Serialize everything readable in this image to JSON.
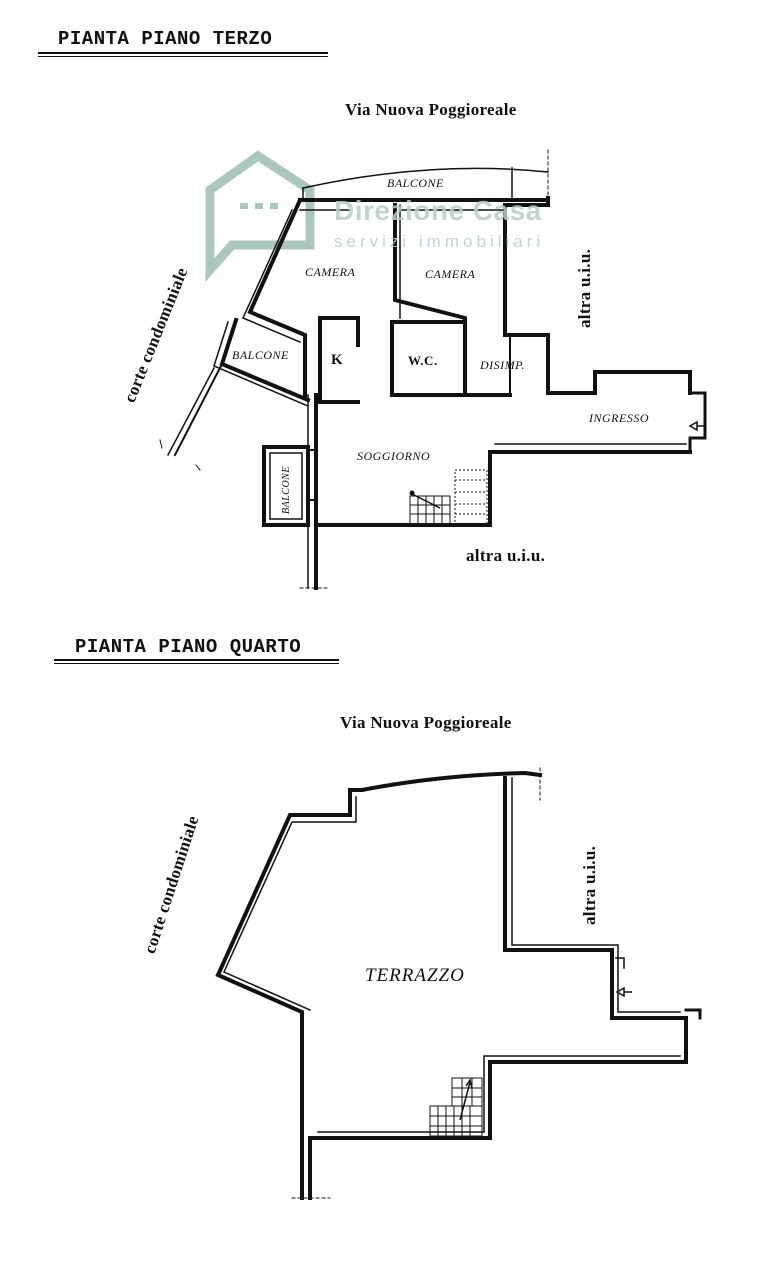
{
  "plan_third": {
    "title": "PIANTA PIANO TERZO",
    "street": "Via Nuova Poggioreale",
    "left_label": "corte condominiale",
    "right_label": "altra u.i.u.",
    "bottom_label": "altra u.i.u.",
    "rooms": {
      "balcone_top": "BALCONE",
      "camera_left": "CAMERA",
      "camera_right": "CAMERA",
      "balcone_left": "BALCONE",
      "kitchen": "K",
      "wc": "W.C.",
      "disimpegno": "DISIMP.",
      "ingresso": "INGRESSO",
      "soggiorno": "SOGGIORNO",
      "balcone_bottom": "BALCONE"
    }
  },
  "plan_fourth": {
    "title": "PIANTA PIANO QUARTO",
    "street": "Via Nuova Poggioreale",
    "left_label": "corte condominiale",
    "right_label": "altra u.i.u.",
    "rooms": {
      "terrazzo": "TERRAZZO"
    }
  },
  "watermark": {
    "name": "Direzione Casa",
    "tagline": "servizi immobiliari",
    "color": "#8fb3a6"
  }
}
